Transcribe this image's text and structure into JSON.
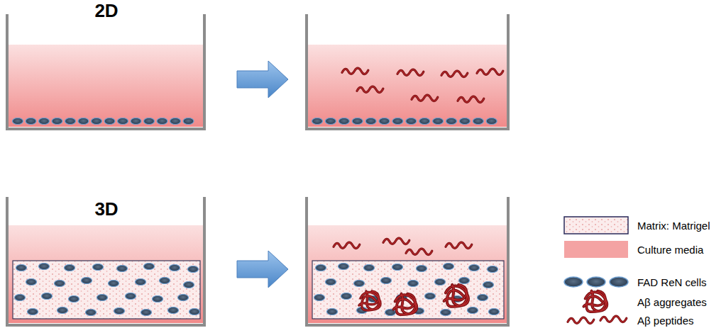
{
  "diagram": {
    "labels": [
      "2D",
      "3D"
    ],
    "legend": [
      {
        "text": "Matrix: Matrigel"
      },
      {
        "text": "Culture media",
        "color": "#f4a3a3"
      },
      {
        "text": "FAD ReN cells"
      },
      {
        "text": "Aβ aggregates"
      },
      {
        "text": "Aβ peptides"
      }
    ]
  }
}
